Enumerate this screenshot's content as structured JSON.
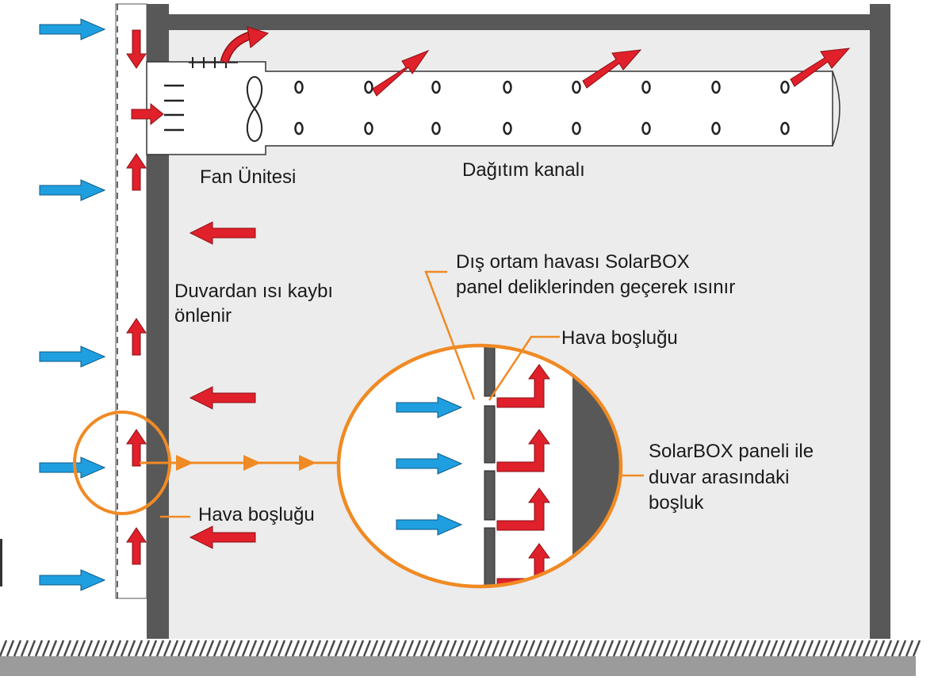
{
  "labels": {
    "fan_unit": "Fan Ünitesi",
    "distribution_duct": "Dağıtım kanalı",
    "wall_heat_loss_line1": "Duvardan ısı kaybı",
    "wall_heat_loss_line2": "önlenir",
    "outside_air_line1": "Dış ortam havası SolarBOX",
    "outside_air_line2": "panel deliklerinden geçerek ısınır",
    "air_gap_detail": "Hava boşluğu",
    "air_gap_main": "Hava boşluğu",
    "gap_between_line1": "SolarBOX paneli ile",
    "gap_between_line2": "duvar arasındaki",
    "gap_between_line3": "boşluk"
  },
  "colors": {
    "outside_air_arrow": "#1f9fe0",
    "warm_air_arrow": "#e0202a",
    "callout": "#f08a24",
    "wall": "#585858",
    "room_interior": "#ececec",
    "ground_hatch": "#4a4a4a"
  },
  "icons": {
    "fan": "fan-propeller-icon",
    "duct_holes": "vent-hole-icon",
    "ground": "ground-hatch-icon"
  }
}
